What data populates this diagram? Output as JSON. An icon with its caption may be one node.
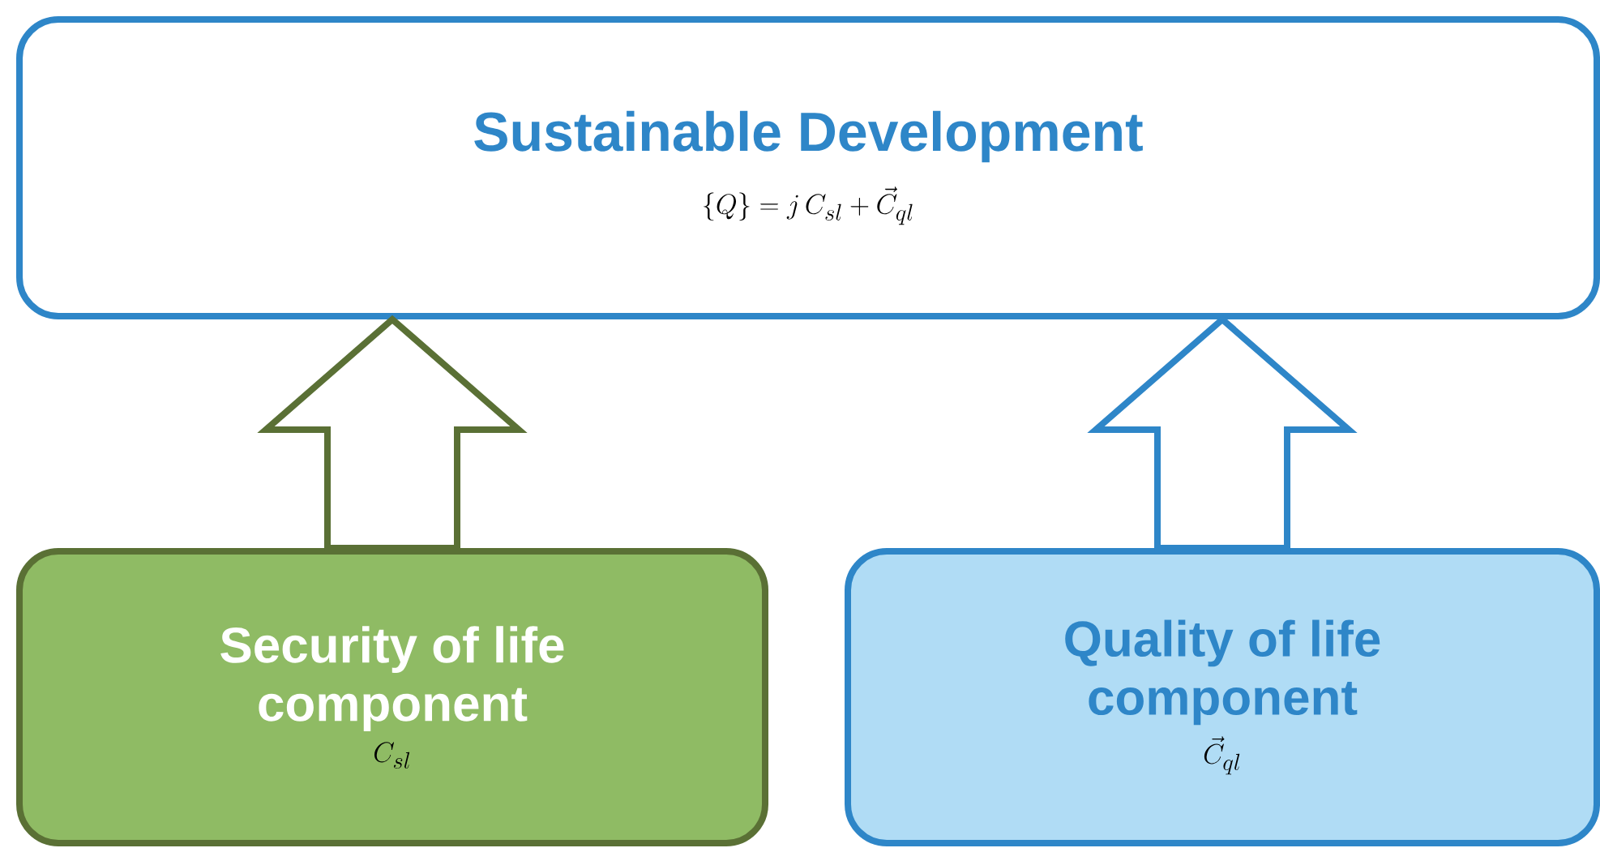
{
  "diagram": {
    "nodes": [
      {
        "text": [
          "Sustainable Development",
          "\\{Q\\} = j\\,C_{sl} + \\vec{C}_{ql}"
        ]
      },
      {
        "text": [
          "Security of life component",
          "C_{sl}"
        ]
      },
      {
        "text": [
          "Quality of life component",
          "\\vec{C}_{ql}"
        ]
      }
    ],
    "edges": [
      {
        "from": 1,
        "to": 0,
        "arrow": "to",
        "style": "thick",
        "color": "#5a7035"
      },
      {
        "from": 2,
        "to": 0,
        "arrow": "to",
        "style": "thick",
        "color": "#2e86c8"
      }
    ]
  }
}
